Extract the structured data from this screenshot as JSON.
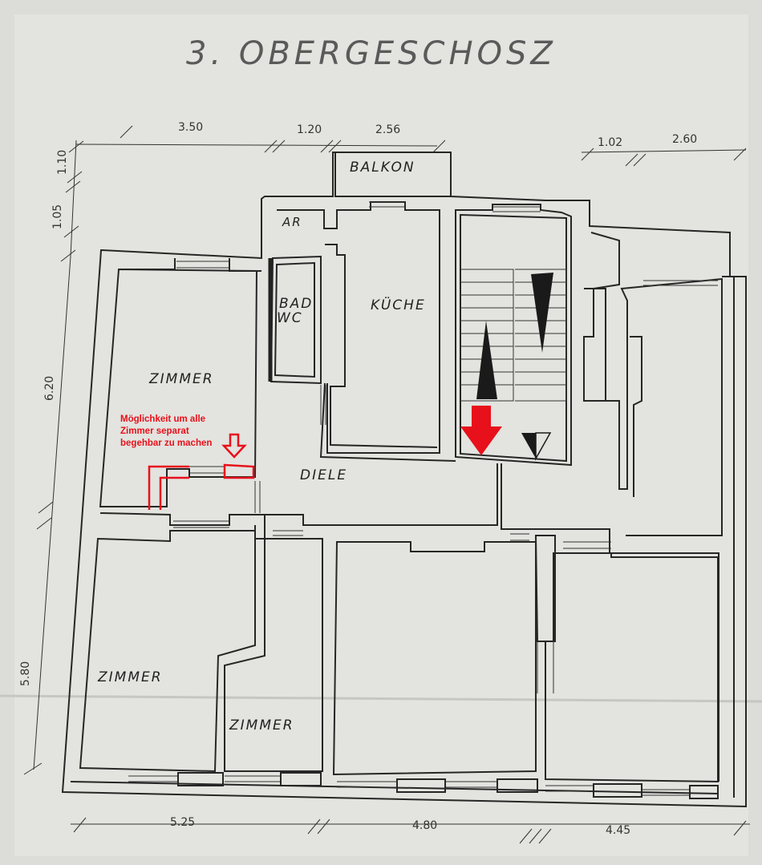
{
  "title": "3. OBERGESCHOSZ",
  "rooms": {
    "balkon": "BALKON",
    "ar": "AR",
    "bad": "BAD",
    "wc": "WC",
    "kueche": "KÜCHE",
    "zimmer_top": "ZIMMER",
    "diele": "DIELE",
    "zimmer_bottom_left": "ZIMMER",
    "zimmer_bottom_mid": "ZIMMER"
  },
  "dimensions": {
    "top": [
      "3.50",
      "1.20",
      "2.56",
      "1.02",
      "2.60"
    ],
    "left": [
      "1.10",
      "1.05",
      "6.20",
      "5.80"
    ],
    "bottom": [
      "5.25",
      "4.80",
      "4.45"
    ]
  },
  "annotation": {
    "lines": [
      "Möglichkeit um alle",
      "Zimmer separat",
      "begehbar zu machen"
    ],
    "color": "#e8101a"
  },
  "colors": {
    "paper": "#dcdcd8",
    "ink": "#262626",
    "highlight": "#e8101a"
  }
}
